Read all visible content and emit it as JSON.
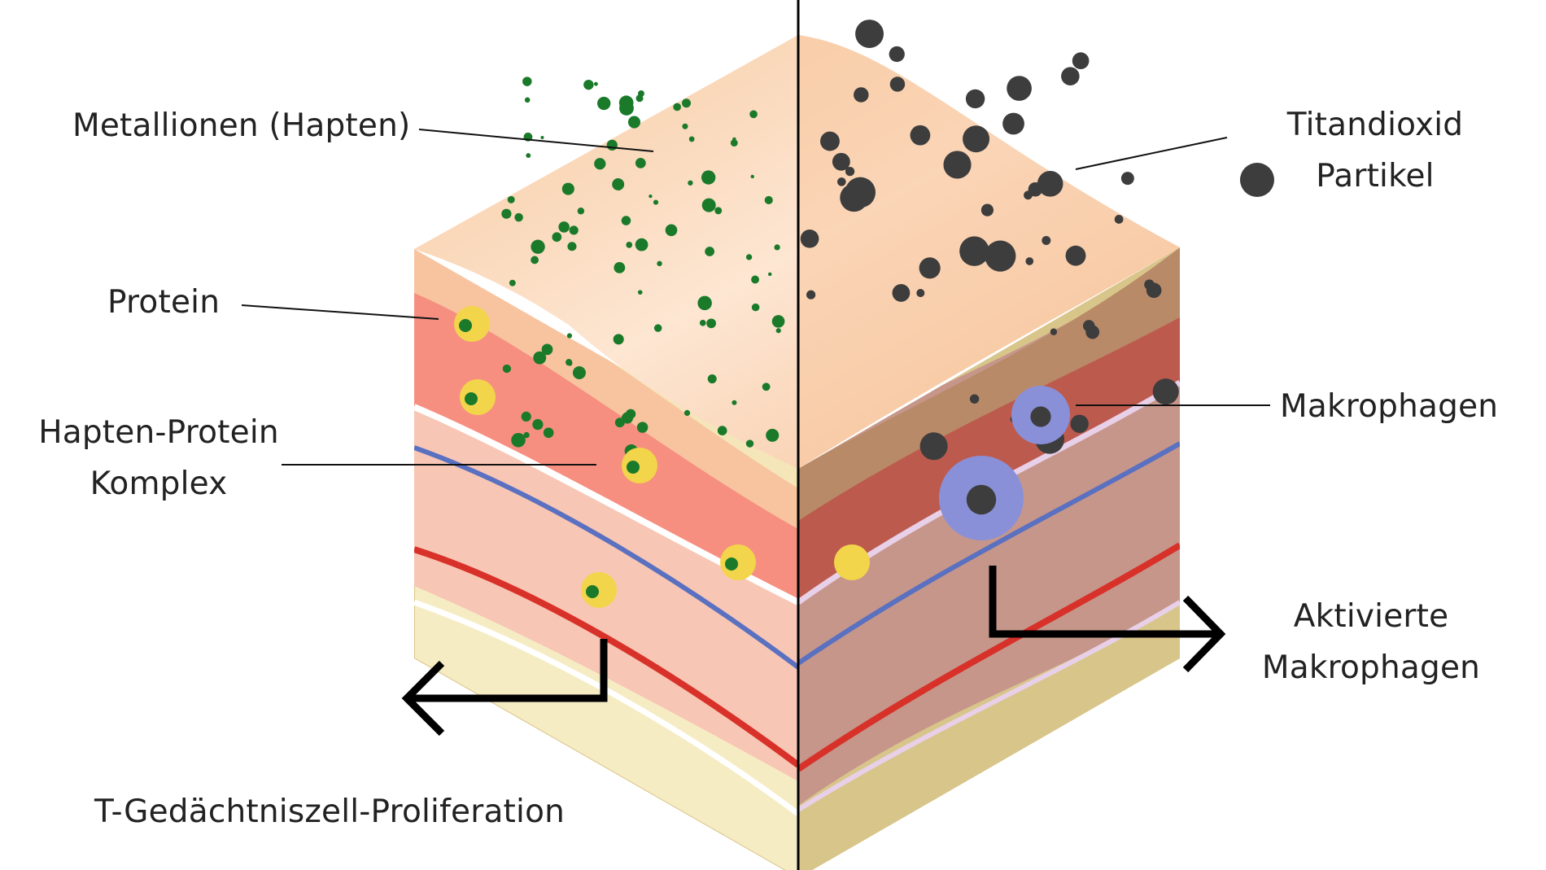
{
  "labels": {
    "metal_ions": "Metallionen (Hapten)",
    "protein": "Protein",
    "hapten_protein_line1": "Hapten-Protein",
    "hapten_protein_line2": "Komplex",
    "titanium_line1": "Titandioxid",
    "titanium_line2": "Partikel",
    "macrophages": "Makrophagen",
    "activated_line1": "Aktivierte",
    "activated_line2": "Makrophagen",
    "t_cell": "T-Gedächtniszell-Proliferation"
  },
  "colors": {
    "metal_ion": "#1a7a2a",
    "titanium_particle": "#3d3d3d",
    "protein": "#f2d54a",
    "macrophage": "#8a90d8",
    "skin_top": "#f8cda8",
    "vein": "#5a70c0",
    "artery": "#d8312a"
  }
}
